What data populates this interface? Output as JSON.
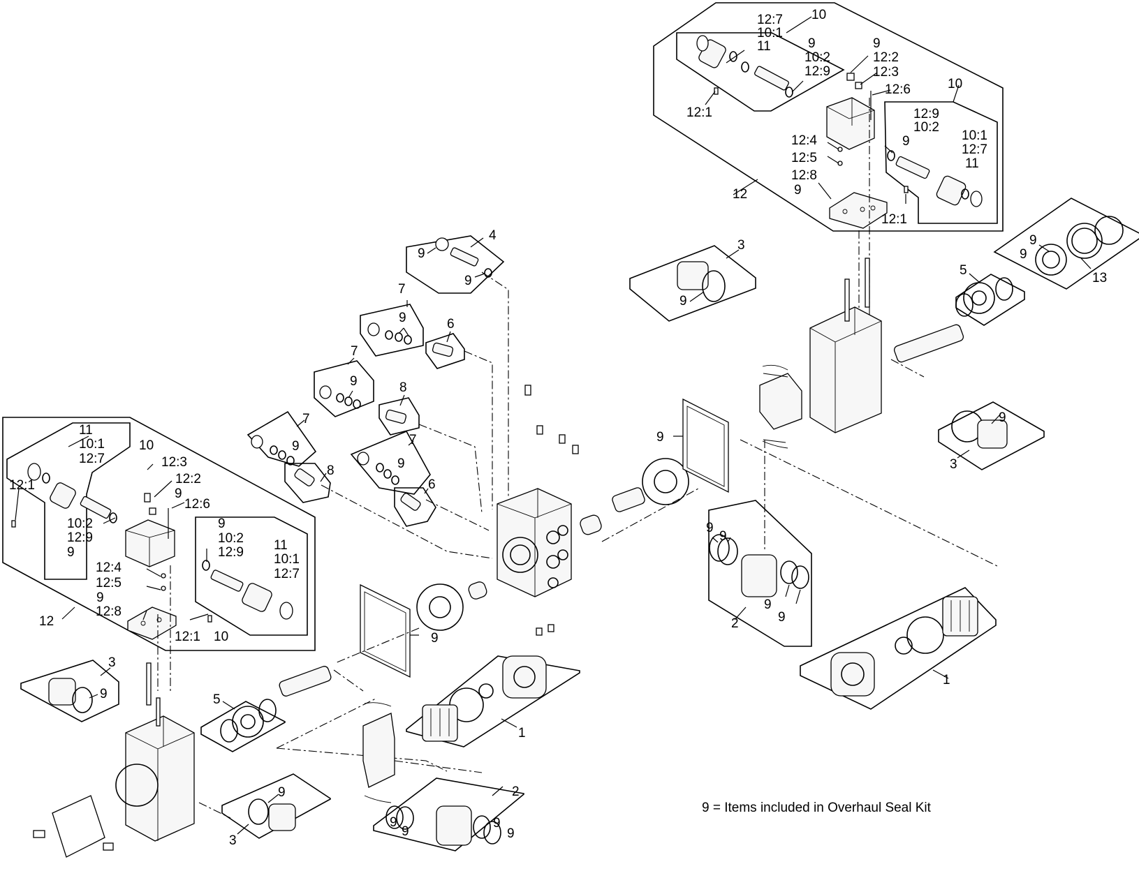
{
  "callouts": {
    "ul_10": "10",
    "ul_12_7": "12:7",
    "ul_10_1": "10:1",
    "ul_11": "11",
    "ul_9a": "9",
    "ul_10_2": "10:2",
    "ul_12_9": "12:9",
    "ul_9b": "9",
    "ul_12_2": "12:2",
    "ul_12_3": "12:3",
    "ul_12_6": "12:6",
    "ul_12_1a": "12:1",
    "ul_12_4": "12:4",
    "ul_12_5": "12:5",
    "ul_12_8": "12:8",
    "ul_9c": "9",
    "ul_12": "12",
    "ul_10b": "10",
    "ul_12_9b": "12:9",
    "ul_10_2b": "10:2",
    "ul_9d": "9",
    "ul_10_1b": "10:1",
    "ul_12_7b": "12:7",
    "ul_11b": "11",
    "ul_12_1b": "12:1",
    "l_11": "11",
    "l_10_1": "10:1",
    "l_12_7": "12:7",
    "l_10": "10",
    "l_12_3": "12:3",
    "l_9a": "9",
    "l_12_2": "12:2",
    "l_12_6": "12:6",
    "l_12_1a": "12:1",
    "l_10_2": "10:2",
    "l_12_9": "12:9",
    "l_9b": "9",
    "l_9c": "9",
    "l_10_2b": "10:2",
    "l_12_9b": "12:9",
    "l_11b": "11",
    "l_10_1b": "10:1",
    "l_12_7b": "12:7",
    "l_12_4": "12:4",
    "l_12_5": "12:5",
    "l_9d": "9",
    "l_12_8": "12:8",
    "l_12": "12",
    "l_12_1b": "12:1",
    "l_10b": "10",
    "c4": "4",
    "c4_9a": "9",
    "c4_9b": "9",
    "c7a": "7",
    "c7a_9": "9",
    "c6a": "6",
    "c7b": "7",
    "c7b_9": "9",
    "c8a": "8",
    "c7c": "7",
    "c7c_9": "9",
    "c8b": "8",
    "c7d": "7",
    "c7d_9": "9",
    "c6b": "6",
    "r3a": "3",
    "r3a_9": "9",
    "r5": "5",
    "r13": "13",
    "r13_9a": "9",
    "r13_9b": "9",
    "r9_gasket": "9",
    "r3b": "3",
    "r3b_9": "9",
    "r2_9a": "9",
    "r2_9b": "9",
    "r2_9c": "9",
    "r2_9d": "9",
    "r2": "2",
    "r1": "1",
    "l3a": "3",
    "l3a_9": "9",
    "l5": "5",
    "l9_gasket": "9",
    "l1": "1",
    "l3b": "3",
    "l3b_9": "9",
    "l2": "2",
    "l2_9a": "9",
    "l2_9b": "9",
    "l2_9c": "9",
    "l2_9d": "9"
  },
  "note": "9 = Items included in Overhaul Seal Kit"
}
